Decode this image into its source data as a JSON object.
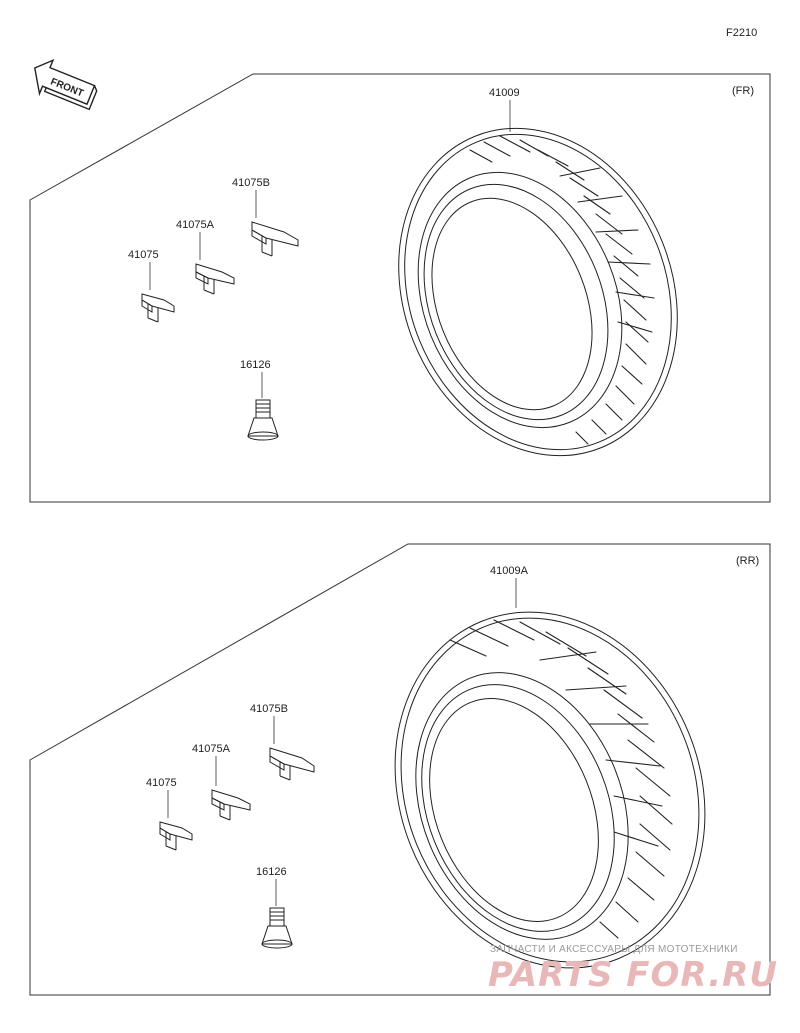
{
  "figure_code": "F2210",
  "front_arrow": {
    "label": "FRONT",
    "icon": "front-direction-arrow-icon"
  },
  "panels": [
    {
      "id": "front",
      "tag": "(FR)",
      "tire_part": "41009",
      "parts": [
        "41075B",
        "41075A",
        "41075",
        "16126"
      ]
    },
    {
      "id": "rear",
      "tag": "(RR)",
      "tire_part": "41009A",
      "parts": [
        "41075B",
        "41075A",
        "41075",
        "16126"
      ]
    }
  ],
  "watermark": {
    "top": "ЗАПЧАСТИ И АКСЕССУАРЫ ДЛЯ МОТОТЕХНИКИ",
    "main": "PARTS FOR.RU"
  }
}
